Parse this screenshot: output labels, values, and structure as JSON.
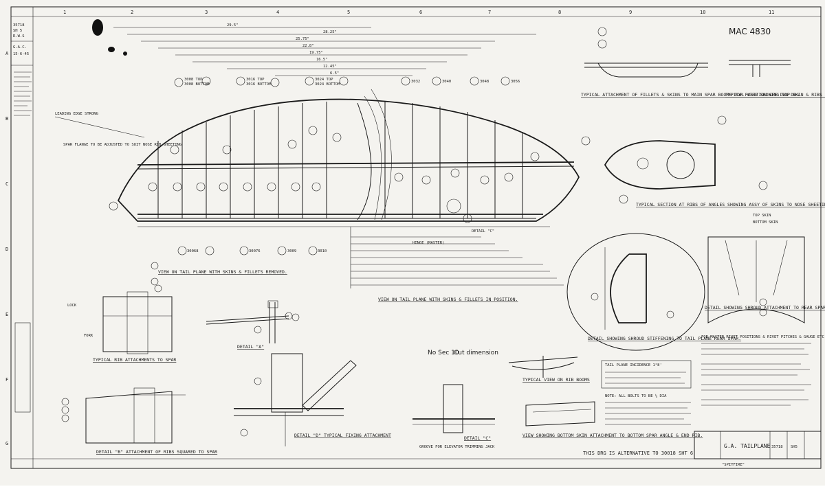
{
  "drawing": {
    "ref": "MAC 4830",
    "drawing_no": "35718",
    "sheet": "SH5",
    "title": "G.A. TAILPLANE",
    "aircraft": "\"SPITFIRE\"",
    "alt_note": "THIS DRG IS ALTERNATIVE TO 30018 SHT 6"
  },
  "grid": {
    "columns": [
      "1",
      "2",
      "3",
      "4",
      "5",
      "6",
      "7",
      "8",
      "9",
      "10",
      "11"
    ],
    "rows": [
      "A",
      "B",
      "C",
      "D",
      "E",
      "F",
      "G"
    ]
  },
  "titles": {
    "skins_removed": "VIEW ON TAIL PLANE WITH SKINS & FILLETS REMOVED.",
    "skins_in_position": "VIEW ON TAIL PLANE WITH SKINS & FILLETS IN POSITION.",
    "fillets_to_spar": "TYPICAL ATTACHMENT OF FILLETS & SKINS TO MAIN SPAR BOOMS TOP POSITION SEE DWN DRG.",
    "view_top_skin": "TYPICAL VIEW SHOWING TOP SKIN & RIBS ANGLES ETC PUNCHED CSK TO SUIT",
    "section_ribs": "TYPICAL SECTION AT RIBS OF ANGLES SHOWING ASSY OF SKINS TO NOSE SHEETING",
    "shroud_rear": "DETAIL SHOWING SHROUD ATTACHMENT TO REAR SPAR.",
    "shroud_stiffening": "DETAIL SHOWING SHROUD STIFFENING TO TAIL PLANE REAR SPAR.",
    "rib_to_spar": "TYPICAL RIB ATTACHMENTS TO SPAR",
    "detail_a": "DETAIL \"A\"",
    "detail_b": "DETAIL \"B\" ATTACHMENT OF RIBS SQUARED TO SPAR",
    "detail_d": "DETAIL \"D\" TYPICAL FIXING ATTACHMENT",
    "detail_c": "DETAIL \"C\"",
    "rib_booms": "TYPICAL VIEW ON RIB BOOMS",
    "bottom_skin": "VIEW SHOWING BOTTOM SKIN ATTACHMENT TO BOTTOM SPAR ANGLE & END RIB.",
    "elevator_jack": "GROOVE FOR ELEVATOR TRIMMING JACK"
  },
  "dims": {
    "d1": "29.5\"",
    "d2": "28.25\"",
    "d3": "25.75\"",
    "d4": "22.8\"",
    "d5": "19.75\"",
    "d6": "16.5\"",
    "d7": "12.45\"",
    "d8": "6.5\""
  },
  "notes": {
    "n1": "TAIL PLANE INCIDENCE 1°8'",
    "n2": "NOTE: ALL BOLTS TO BE ¼ DIA",
    "n3": "FOR MASTER RIVET POSITIONS & RIVET PITCHES & GAUGE ETC",
    "n4": "LEADING EDGE STRONG",
    "n5": "SPAR FLANGE TO BE ADJUSTED TO SUIT NOSE RIB SHEETING",
    "n6": "TOP SKIN",
    "n7": "BOTTOM SKIN",
    "n8": "HINGE (MASTER)",
    "n9": "LOCK",
    "n10": "FORK",
    "n11": "DETAIL \"C\""
  },
  "handwritten": {
    "h1": "No Sec 10",
    "h2": "Cut dimension"
  },
  "bubbles": [
    "3008 TOP",
    "3008 BOTTOM",
    "3016 TOP",
    "3016 BOTTOM",
    "3024 TOP",
    "3024 BOTTOM",
    "3032",
    "3040",
    "3048",
    "3056",
    "30068",
    "30076",
    "3009",
    "3010"
  ],
  "revision_left": [
    "35718",
    "SH 5",
    "R.W.S",
    "G.A.C.",
    "15-6-45"
  ]
}
